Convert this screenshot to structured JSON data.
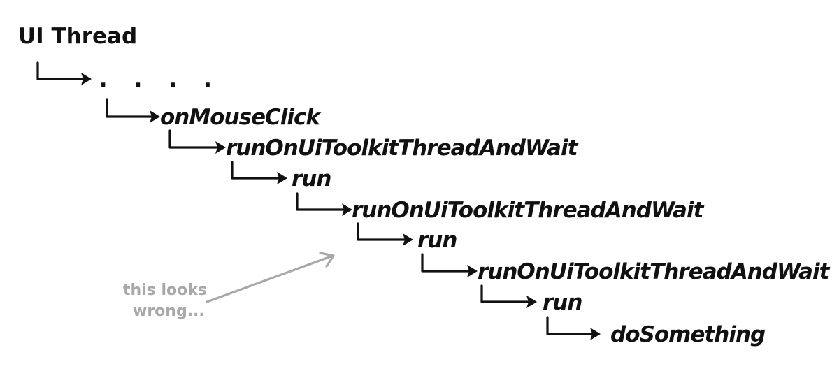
{
  "root": {
    "label": "UI Thread"
  },
  "steps": [
    {
      "label": ". . . ."
    },
    {
      "label": "onMouseClick"
    },
    {
      "label": "runOnUiToolkitThreadAndWait"
    },
    {
      "label": "run"
    },
    {
      "label": "runOnUiToolkitThreadAndWait"
    },
    {
      "label": "run"
    },
    {
      "label": "runOnUiToolkitThreadAndWait"
    },
    {
      "label": "run"
    },
    {
      "label": "doSomething"
    }
  ],
  "annotation": {
    "line1": "this looks",
    "line2": "wrong..."
  },
  "colors": {
    "ink": "#111111",
    "annotation": "#a8a8a8",
    "background": "#ffffff"
  }
}
